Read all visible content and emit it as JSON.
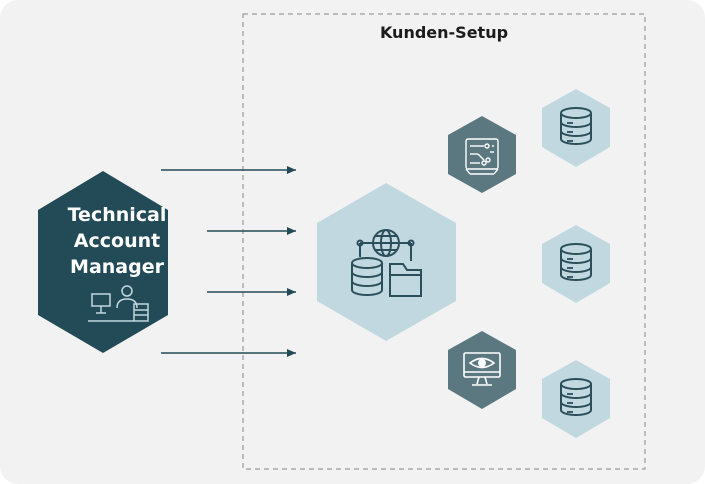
{
  "setup_box": {
    "title": "Kunden-Setup"
  },
  "tam": {
    "lines": [
      "Technical",
      "Account",
      "Manager"
    ]
  },
  "colors": {
    "dark": "#234a57",
    "mid": "#5b7880",
    "light": "#c2d8e0",
    "icon_stroke": "#2b4e5b",
    "arrow": "#234a57",
    "dash": "#9a9a9a"
  },
  "icons": {
    "tam": "person-at-desk-icon",
    "hub": "globe-database-folder-icon",
    "chip": "circuit-chip-icon",
    "monitor": "monitor-eye-icon",
    "db": "database-icon"
  }
}
